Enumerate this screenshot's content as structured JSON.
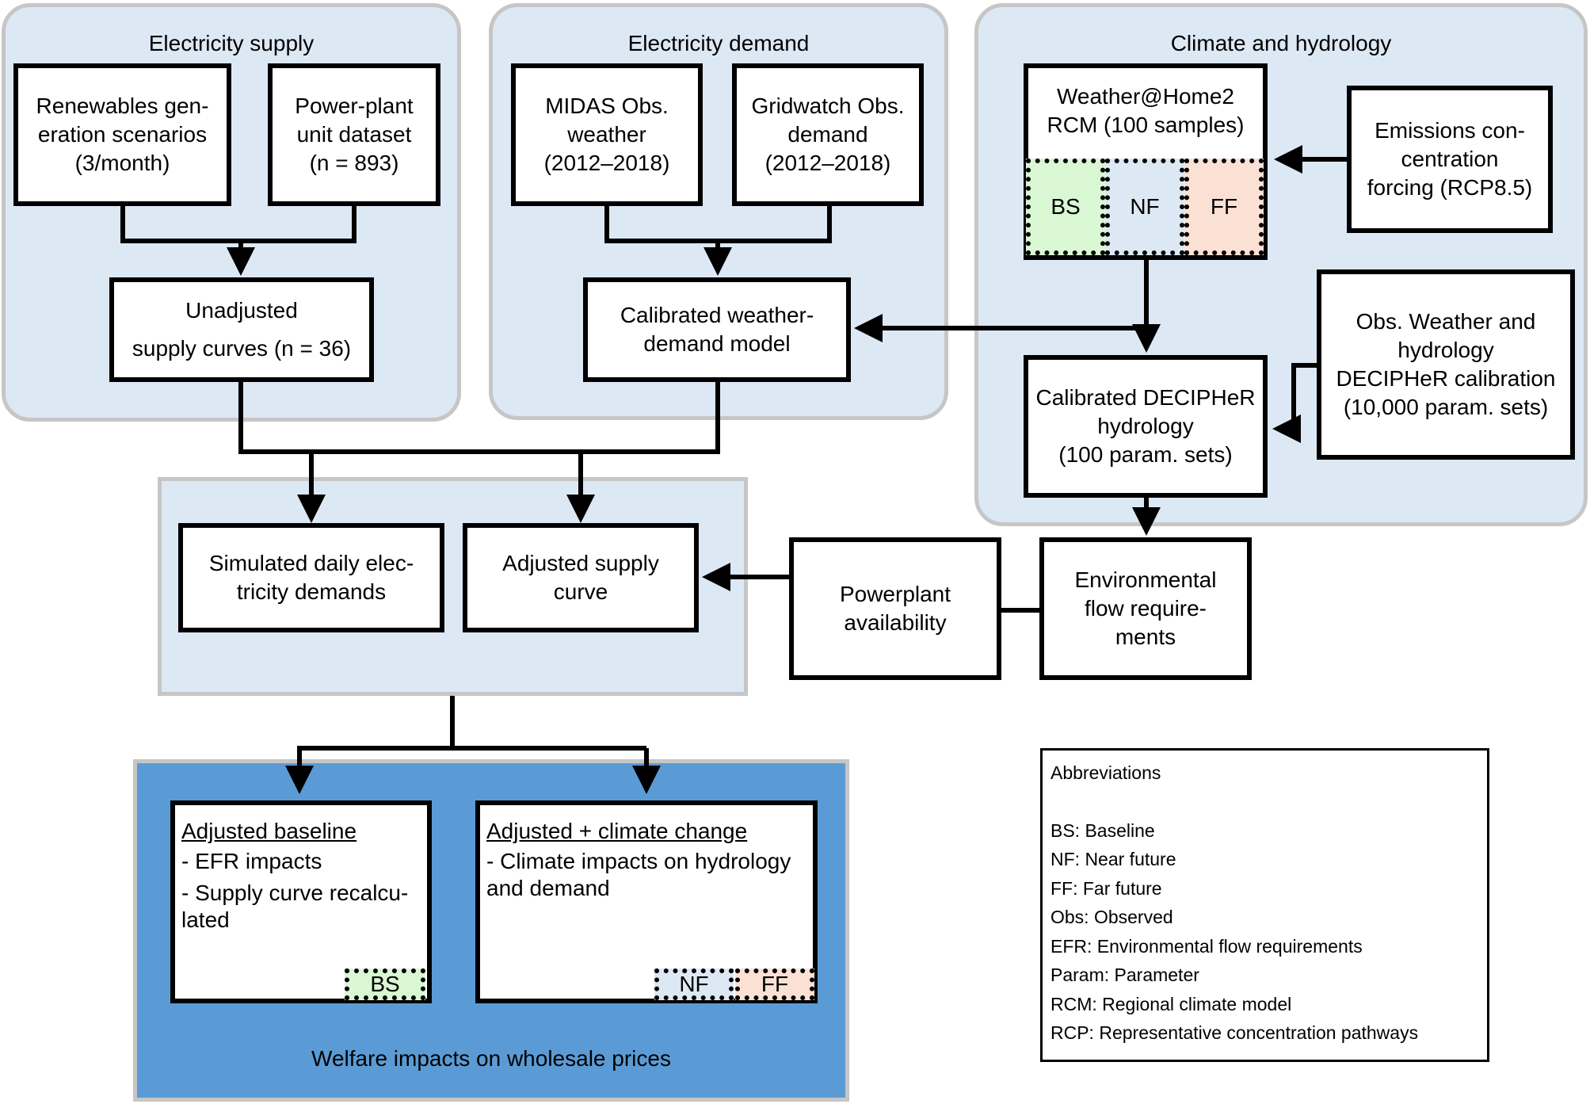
{
  "groups": {
    "supply": "Electricity supply",
    "demand": "Electricity demand",
    "climate": "Climate and hydrology"
  },
  "nodes": {
    "renewables": [
      "Renewables gen-",
      "eration scenarios",
      "(3/month)"
    ],
    "powerplant_dataset": [
      "Power-plant",
      "unit dataset",
      "(n = 893)"
    ],
    "unadjusted": [
      "Unadjusted",
      "supply curves (n = 36)"
    ],
    "midas": [
      "MIDAS Obs.",
      "weather",
      "(2012–2018)"
    ],
    "gridwatch": [
      "Gridwatch Obs.",
      "demand",
      "(2012–2018)"
    ],
    "calibrated_demand": [
      "Calibrated weather-",
      "demand model"
    ],
    "weather_home": [
      "Weather@Home2",
      "RCM (100 samples)"
    ],
    "emissions": [
      "Emissions con-",
      "centration",
      "forcing (RCP8.5)"
    ],
    "obs_weather": [
      "Obs. Weather and",
      "hydrology",
      "DECIPHeR calibration",
      "(10,000 param. sets)"
    ],
    "decipher": [
      "Calibrated DECIPHeR",
      "hydrology",
      "(100 param. sets)"
    ],
    "simulated_demand": [
      "Simulated daily elec-",
      "tricity demands"
    ],
    "adjusted_supply": [
      "Adjusted supply",
      "curve"
    ],
    "powerplant_availability": [
      "Powerplant",
      "availability"
    ],
    "efr": [
      "Environmental",
      "flow require-",
      "ments"
    ]
  },
  "scenarios": {
    "bs": "BS",
    "nf": "NF",
    "ff": "FF"
  },
  "colors": {
    "bs": "#d9f7d3",
    "nf": "#dde8f5",
    "ff": "#fbe1d4",
    "group": "#dde8f5",
    "welfare": "#5b9bd5"
  },
  "welfare": {
    "label": "Welfare impacts on wholesale prices",
    "baseline": {
      "heading": "Adjusted baseline",
      "items": [
        "- EFR impacts",
        "- Supply curve recalcu-",
        "lated"
      ]
    },
    "climate": {
      "heading": "Adjusted + climate change",
      "items": [
        "- Climate impacts on hydrology",
        "and demand"
      ]
    }
  },
  "legend": {
    "title": "Abbreviations",
    "items": [
      "BS: Baseline",
      "NF: Near future",
      "FF: Far future",
      "Obs: Observed",
      "EFR: Environmental flow requirements",
      "Param: Parameter",
      "RCM: Regional climate model",
      "RCP: Representative concentration pathways"
    ]
  }
}
